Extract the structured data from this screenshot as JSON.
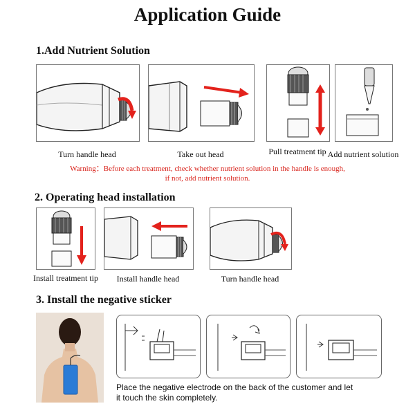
{
  "title": "Application Guide",
  "section1": {
    "heading": "1.Add Nutrient Solution",
    "captions": [
      "Turn handle head",
      "Take out head",
      "Pull treatment tip",
      "Add nutrient solution"
    ],
    "warning_line1": "Warning：Before each treatment, check whether nutrient solution in the handle is enough,",
    "warning_line2": "if not, add nutrient solution."
  },
  "section2": {
    "heading": "2. Operating head installation",
    "captions": [
      "Install treatment tip",
      "Install handle head",
      "Turn handle head"
    ]
  },
  "section3": {
    "heading": "3. Install the negative sticker",
    "note_line1": "Place the negative electrode on the back of the customer and let",
    "note_line2": "it touch the skin completely."
  },
  "colors": {
    "arrow": "#e3221c",
    "warning": "#d9241c",
    "sticker": "#2b7bd6",
    "skin": "#e6c2a3",
    "hair": "#2a1a12"
  }
}
